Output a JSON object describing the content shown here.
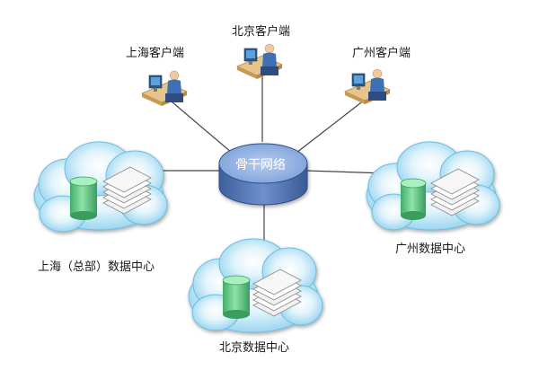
{
  "hub": {
    "label": "骨干网络"
  },
  "clients": [
    {
      "id": "shanghai",
      "label": "上海客户端"
    },
    {
      "id": "beijing",
      "label": "北京客户端"
    },
    {
      "id": "guangzhou",
      "label": "广州客户端"
    }
  ],
  "datacenters": [
    {
      "id": "shanghai",
      "label": "上海（总部）数据中心"
    },
    {
      "id": "beijing",
      "label": "北京数据中心"
    },
    {
      "id": "guangzhou",
      "label": "广州数据中心"
    }
  ],
  "colors": {
    "hub_fill": "#5b7fbc",
    "hub_top": "#8fb0e0",
    "cloud_fill": "#a9dcf2",
    "cloud_edge": "#5fb5de",
    "cylinder_fill": "#66cc88",
    "link_line": "#444444"
  }
}
